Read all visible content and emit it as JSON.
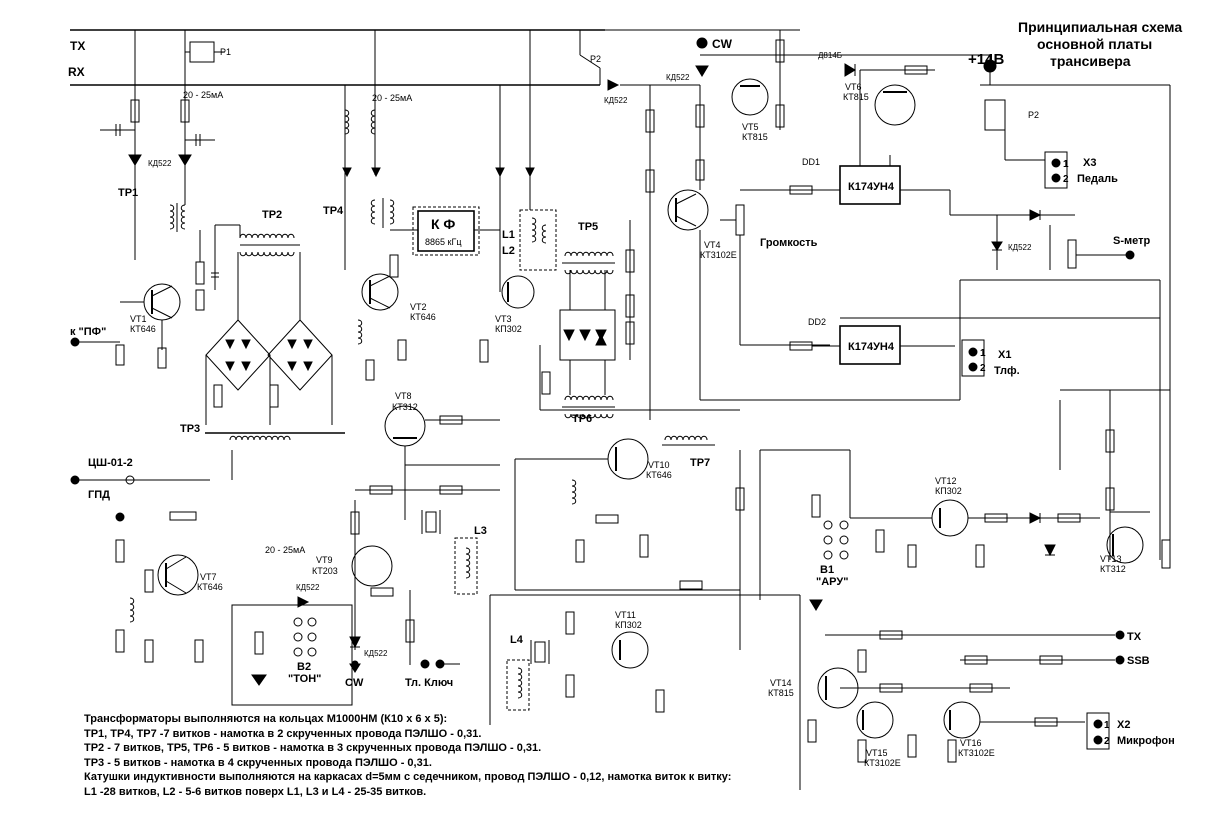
{
  "title": [
    "Принципиальная схема",
    "основной платы",
    "трансивера"
  ],
  "power": "+14В",
  "rails": {
    "tx": "TX",
    "rx": "RX",
    "cw": "CW"
  },
  "relays": {
    "p1": "P1",
    "p2": "P2"
  },
  "transformers": [
    "TP1",
    "TP2",
    "TP3",
    "TP4",
    "TP5",
    "TP6",
    "TP7"
  ],
  "filter": {
    "name": "К Ф",
    "freq": "8865 кГц"
  },
  "coils": {
    "l1": "L1",
    "l2": "L2",
    "l3": "L3",
    "l4": "L4"
  },
  "transistors": [
    {
      "ref": "VT1",
      "type": "КТ646"
    },
    {
      "ref": "VT2",
      "type": "КТ646"
    },
    {
      "ref": "VT3",
      "type": "КП302"
    },
    {
      "ref": "VT4",
      "type": "КТ3102Е"
    },
    {
      "ref": "VT5",
      "type": "КТ815"
    },
    {
      "ref": "VT6",
      "type": "КТ815"
    },
    {
      "ref": "VT7",
      "type": "КТ646"
    },
    {
      "ref": "VT8",
      "type": "КТ312"
    },
    {
      "ref": "VT9",
      "type": "КТ203"
    },
    {
      "ref": "VT10",
      "type": "КТ646"
    },
    {
      "ref": "VT11",
      "type": "КП302"
    },
    {
      "ref": "VT12",
      "type": "КП302"
    },
    {
      "ref": "VT13",
      "type": "КТ312"
    },
    {
      "ref": "VT14",
      "type": "КТ815"
    },
    {
      "ref": "VT15",
      "type": "КТ3102Е"
    },
    {
      "ref": "VT16",
      "type": "КТ3102Е"
    }
  ],
  "ics": {
    "dd1": "DD1",
    "dd2": "DD2",
    "chip": "К174УН4"
  },
  "connectors": {
    "x1": {
      "ref": "X1",
      "label": "Тлф.",
      "pins": [
        "1",
        "2"
      ]
    },
    "x2": {
      "ref": "X2",
      "label": "Микрофон",
      "pins": [
        "1",
        "2"
      ]
    },
    "x3": {
      "ref": "X3",
      "label": "Педаль",
      "pins": [
        "1",
        "2"
      ]
    }
  },
  "labels": {
    "pf": "к \"ПФ\"",
    "shsh": "ЦШ-01-2",
    "gpd": "ГПД",
    "volume": "Громкость",
    "smeter": "S-метр",
    "b1": "В1",
    "aru": "\"АРУ\"",
    "b2": "В2",
    "ton": "\"ТОН\"",
    "key": "Тл. Ключ",
    "ssb": "SSB",
    "kd522": "КД522",
    "d814": "Д814Б",
    "current": "20 - 25мА"
  },
  "notes": [
    "Трансформаторы выполняются на кольцах М1000НМ (К10 х 6 х 5):",
    "ТР1, ТР4, ТР7 -7 витков  - намотка в 2 скрученных провода ПЭЛШО - 0,31.",
    "ТР2 - 7 витков, ТР5, ТР6 - 5 витков - намотка в 3 скрученных провода ПЭЛШО - 0,31.",
    "ТР3 - 5 витков - намотка в 4 скрученных провода ПЭЛШО - 0,31.",
    "Катушки индуктивности выполняются на каркасах d=5мм с седечником, провод ПЭЛШО - 0,12, намотка виток к витку:",
    "L1 -28 витков, L2 - 5-6 витков поверх L1,  L3 и  L4 - 25-35 витков."
  ]
}
